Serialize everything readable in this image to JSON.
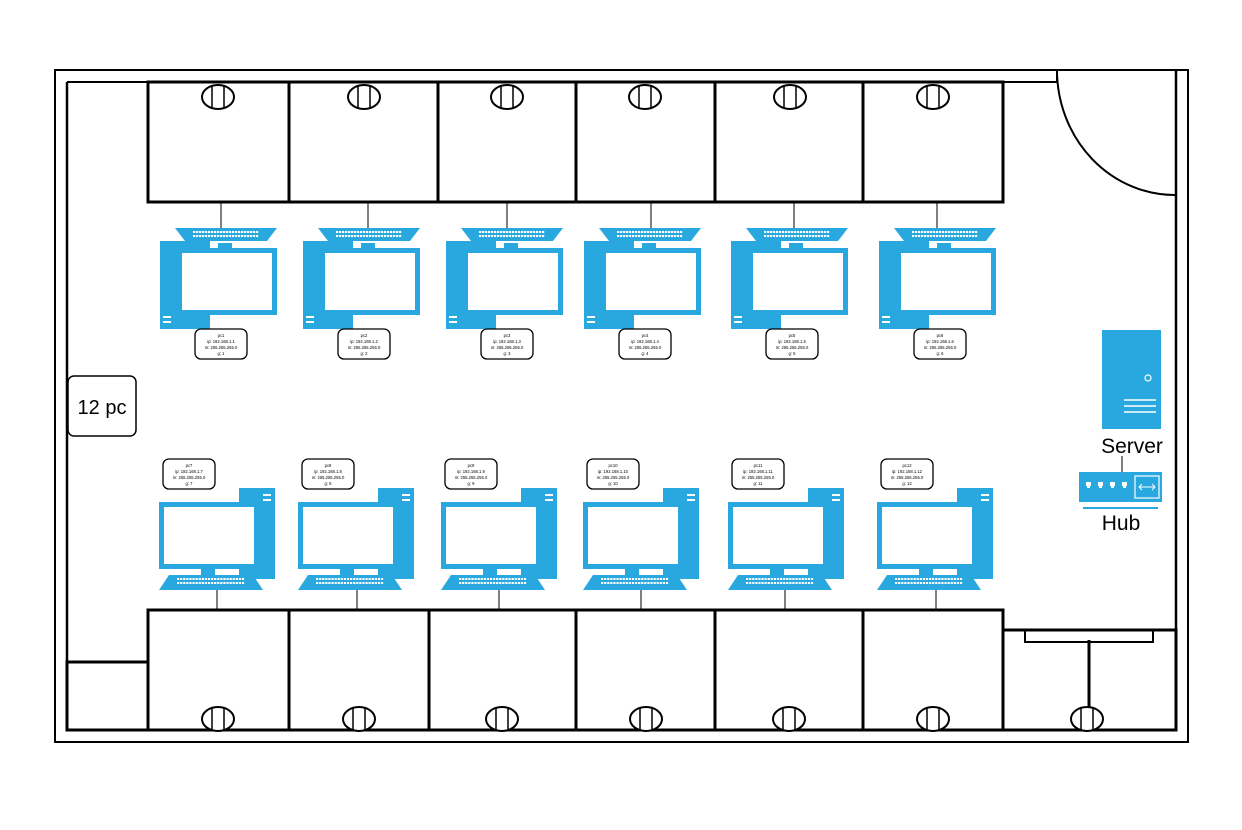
{
  "room": {
    "pc_count_label": "12 pc",
    "server_label": "Server",
    "hub_label": "Hub"
  },
  "colors": {
    "device": "#29a8e0",
    "wall": "#000000",
    "background": "#ffffff"
  },
  "top_row_pcs": [
    {
      "label_lines": [
        "pc1",
        "ip: 192.168.1.1",
        "m: 255.255.255.0",
        "g: 1"
      ]
    },
    {
      "label_lines": [
        "pc2",
        "ip: 192.168.1.2",
        "m: 255.255.255.0",
        "g: 2"
      ]
    },
    {
      "label_lines": [
        "pc3",
        "ip: 192.168.1.3",
        "m: 255.255.255.0",
        "g: 3"
      ]
    },
    {
      "label_lines": [
        "pc4",
        "ip: 192.168.1.4",
        "m: 255.255.255.0",
        "g: 4"
      ]
    },
    {
      "label_lines": [
        "pc5",
        "ip: 192.168.1.5",
        "m: 255.255.255.0",
        "g: 5"
      ]
    },
    {
      "label_lines": [
        "pc6",
        "ip: 192.168.1.6",
        "m: 255.255.255.0",
        "g: 6"
      ]
    }
  ],
  "bottom_row_pcs": [
    {
      "label_lines": [
        "pc7",
        "ip: 192.168.1.7",
        "m: 255.255.255.0",
        "g: 7"
      ]
    },
    {
      "label_lines": [
        "pc8",
        "ip: 192.168.1.8",
        "m: 255.255.255.0",
        "g: 8"
      ]
    },
    {
      "label_lines": [
        "pc9",
        "ip: 192.168.1.9",
        "m: 255.255.255.0",
        "g: 9"
      ]
    },
    {
      "label_lines": [
        "pc10",
        "ip: 192.168.1.10",
        "m: 255.255.255.0",
        "g: 10"
      ]
    },
    {
      "label_lines": [
        "pc11",
        "ip: 192.168.1.11",
        "m: 255.255.255.0",
        "g: 11"
      ]
    },
    {
      "label_lines": [
        "pc12",
        "ip: 192.168.1.12",
        "m: 255.255.255.0",
        "g: 12"
      ]
    }
  ]
}
